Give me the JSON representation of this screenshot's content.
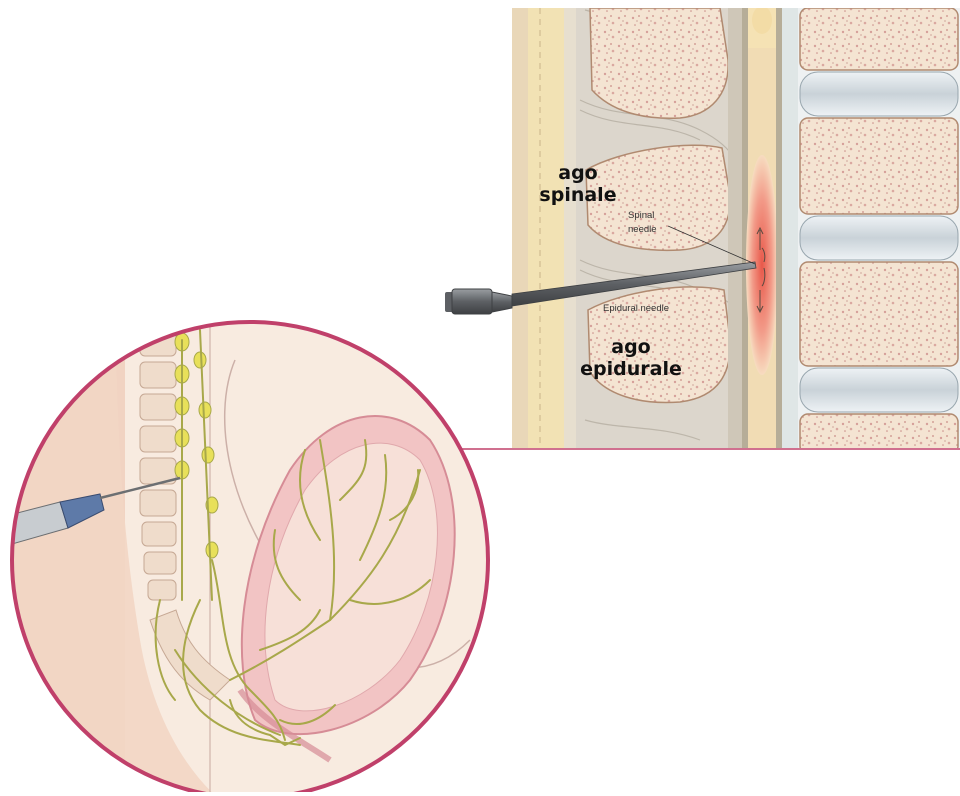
{
  "labels": {
    "ago_spinale": [
      "ago",
      "spinale"
    ],
    "ago_epidurale": [
      "ago",
      "epidurale"
    ],
    "spinal_needle": [
      "Spinal",
      "needle"
    ],
    "epidural_needle": "Epidural needle"
  },
  "colors": {
    "circle_border": "#c0406a",
    "connector_line": "#c0406a",
    "nerves": "#a8a84a",
    "bone": "#f3e2cc",
    "bone_speckle": "#d9a6a0",
    "ligament": "#e8dcc0",
    "disc": "#d8dfe4",
    "csf_red": "#e86a5a",
    "needle": "#6c6f72"
  }
}
